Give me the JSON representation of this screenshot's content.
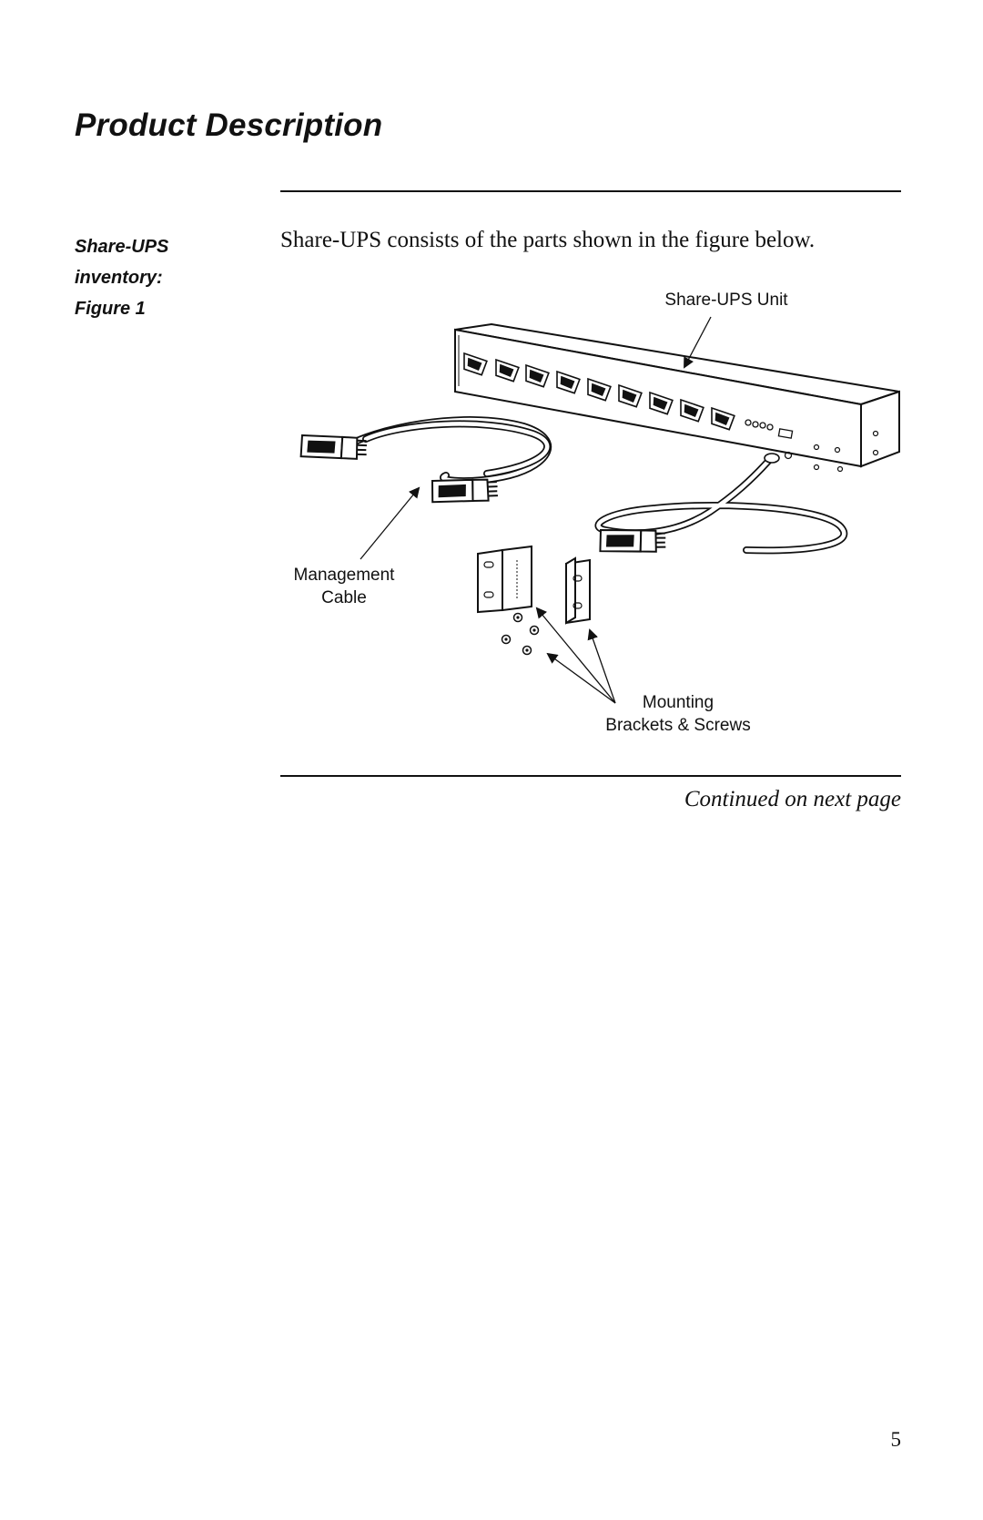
{
  "header": {
    "title": "Product Description"
  },
  "section": {
    "label_lines": [
      "Share-UPS",
      "inventory:",
      "Figure 1"
    ],
    "intro": "Share-UPS consists of the parts shown in the figure below."
  },
  "figure": {
    "callouts": {
      "unit": "Share-UPS Unit",
      "cable_line1": "Management",
      "cable_line2": "Cable",
      "mount_line1": "Mounting",
      "mount_line2": "Brackets & Screws"
    }
  },
  "footer": {
    "continued": "Continued on next page",
    "page_number": "5"
  }
}
